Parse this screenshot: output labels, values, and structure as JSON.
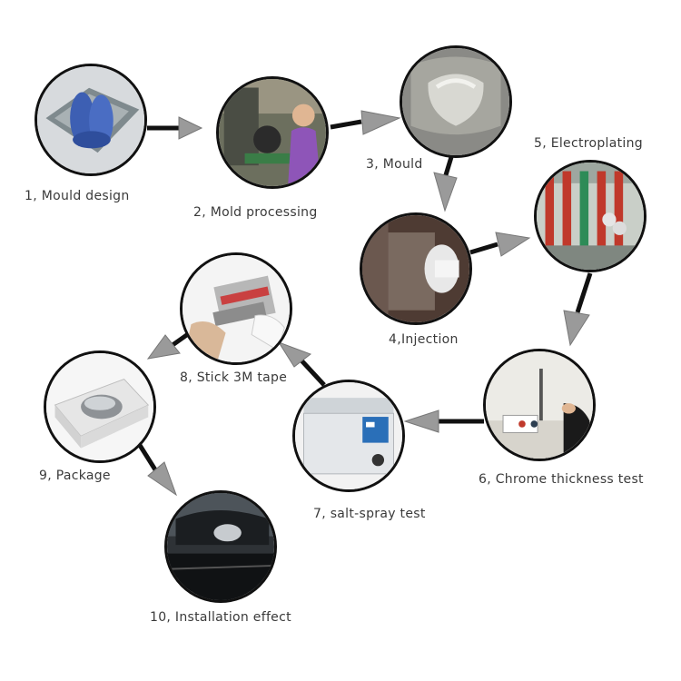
{
  "steps": [
    {
      "label": "1, Mould design"
    },
    {
      "label": "2, Mold processing"
    },
    {
      "label": "3, Mould"
    },
    {
      "label": "4,Injection"
    },
    {
      "label": "5, Electroplating"
    },
    {
      "label": "6, Chrome thickness test"
    },
    {
      "label": "7, salt-spray test"
    },
    {
      "label": "8, Stick 3M tape"
    },
    {
      "label": "9, Package"
    },
    {
      "label": "10, Installation effect"
    }
  ],
  "colors": {
    "circle_border": "#111111",
    "arrow": "#111111",
    "arrow_head": "#9a9a9a",
    "label": "#3a3a3a"
  }
}
